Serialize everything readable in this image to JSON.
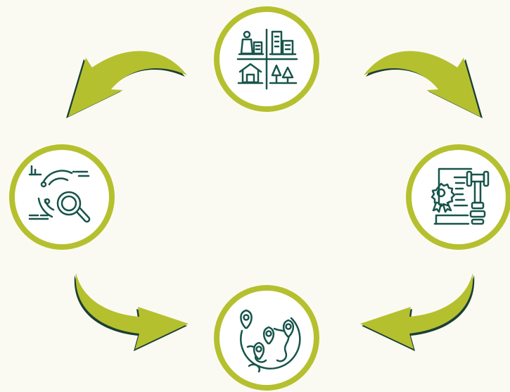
{
  "diagram": {
    "type": "cycle",
    "colors": {
      "background": "#fbfaf2",
      "ring": "#b5c02f",
      "node_fill": "#ffffff",
      "icon": "#17544b",
      "arrow": "#b5c02f",
      "arrow_shadow": "#1b3f35"
    },
    "nodes": [
      {
        "id": "top",
        "icon": "urban-land-use-icon"
      },
      {
        "id": "right",
        "icon": "legal-certificate-gavel-icon"
      },
      {
        "id": "bottom",
        "icon": "globe-location-pins-icon"
      },
      {
        "id": "left",
        "icon": "data-analysis-magnifier-icon"
      }
    ],
    "arrows": [
      {
        "from": "top",
        "to": "right"
      },
      {
        "from": "right",
        "to": "bottom"
      },
      {
        "from": "left",
        "to": "bottom"
      },
      {
        "from": "top",
        "to": "left"
      }
    ]
  }
}
